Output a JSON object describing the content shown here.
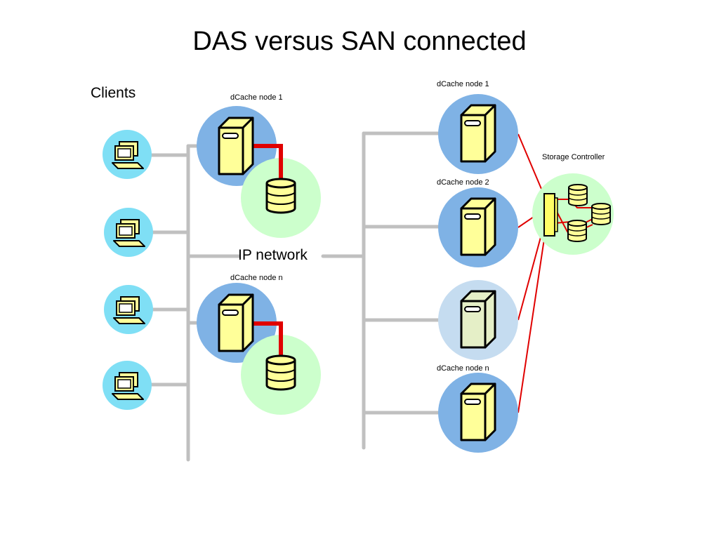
{
  "title": "DAS versus SAN connected",
  "labels": {
    "clients": "Clients",
    "ip_network": "IP  network",
    "das_node_1": "dCache node 1",
    "das_node_n": "dCache node n",
    "san_node_1": "dCache node 1",
    "san_node_2": "dCache node 2",
    "san_node_n": "dCache node n",
    "storage_controller": "Storage Controller"
  },
  "colors": {
    "network_line": "#c0c0c0",
    "san_link": "#e00000",
    "client_circle": "#7fdff5",
    "node_circle": "#7fb2e5",
    "inactive_node_circle": "#c5dcf0",
    "disk_circle": "#ccffcc",
    "device_fill": "#ffff99",
    "inactive_device_fill": "#e5efc7"
  }
}
